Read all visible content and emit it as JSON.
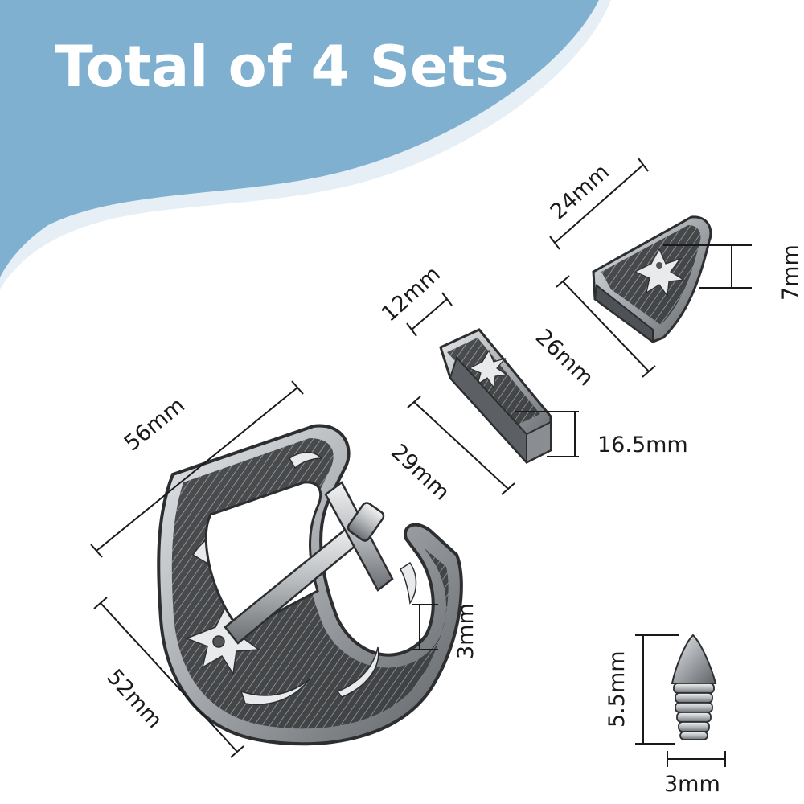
{
  "banner": {
    "title": "Total of 4 Sets",
    "background_color": "#7fb0cf",
    "text_color": "#ffffff"
  },
  "products": {
    "buckle": {
      "icon": "belt-buckle-icon",
      "width_label": "56mm",
      "height_label": "52mm",
      "pin_label": "3mm"
    },
    "keeper": {
      "icon": "belt-keeper-icon",
      "width_label": "12mm",
      "length_label": "29mm",
      "height_label": "16.5mm"
    },
    "tip": {
      "icon": "belt-tip-icon",
      "width_label": "24mm",
      "length_label": "26mm",
      "height_label": "7mm"
    },
    "screw": {
      "icon": "spike-screw-icon",
      "height_label": "5.5mm",
      "width_label": "3mm"
    }
  },
  "metal_color": "#b9bcbf",
  "line_color": "#1a1a1a"
}
